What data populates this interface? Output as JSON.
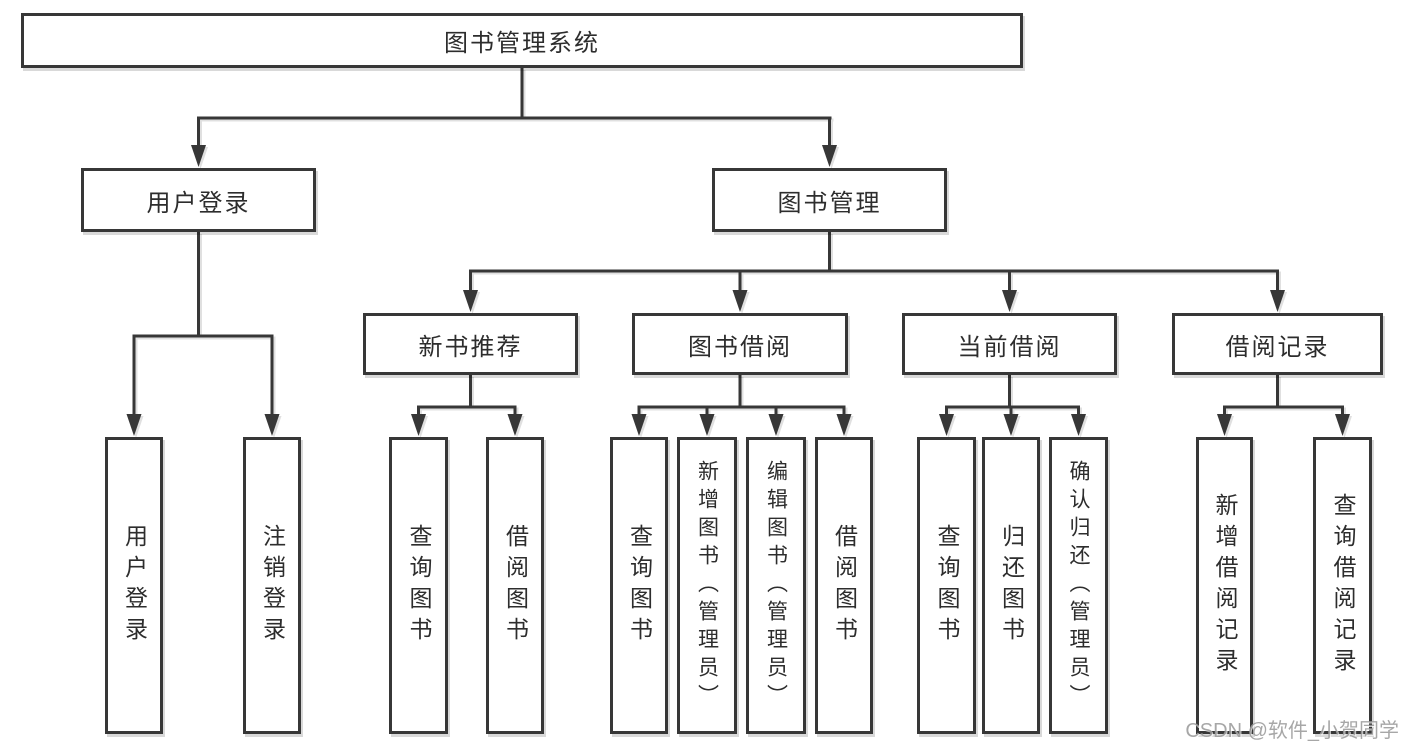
{
  "diagram": {
    "root": {
      "label": "图书管理系统"
    },
    "branches": [
      {
        "label": "用户登录",
        "leaves": [
          {
            "label": "用户登录"
          },
          {
            "label": "注销登录"
          }
        ]
      },
      {
        "label": "图书管理",
        "groups": [
          {
            "label": "新书推荐",
            "leaves": [
              {
                "label": "查询图书"
              },
              {
                "label": "借阅图书"
              }
            ]
          },
          {
            "label": "图书借阅",
            "leaves": [
              {
                "label": "查询图书"
              },
              {
                "label": "新增图书（管理员）"
              },
              {
                "label": "编辑图书（管理员）"
              },
              {
                "label": "借阅图书"
              }
            ]
          },
          {
            "label": "当前借阅",
            "leaves": [
              {
                "label": "查询图书"
              },
              {
                "label": "归还图书"
              },
              {
                "label": "确认归还（管理员）"
              }
            ]
          },
          {
            "label": "借阅记录",
            "leaves": [
              {
                "label": "新增借阅记录"
              },
              {
                "label": "查询借阅记录"
              }
            ]
          }
        ]
      }
    ]
  },
  "watermark": {
    "label": "CSDN @软件_小贺同学"
  },
  "colors": {
    "line": "#373737",
    "text": "#2d2d2d",
    "watermark": "#9e9e9e",
    "background": "#ffffff"
  }
}
